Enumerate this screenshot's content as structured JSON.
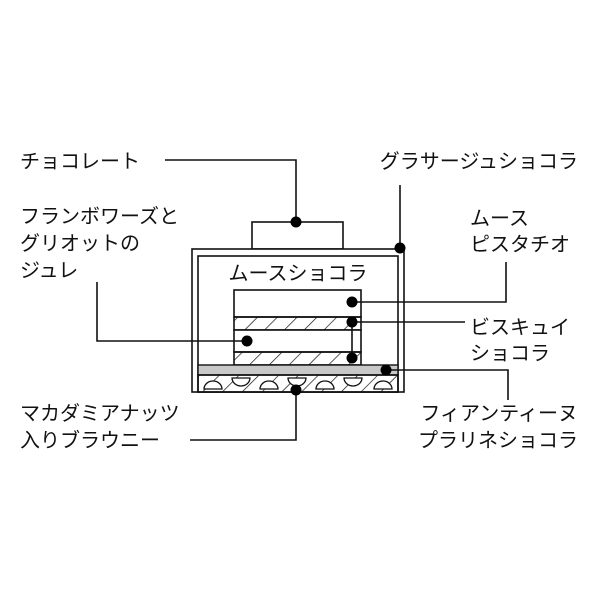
{
  "labels": {
    "chocolate": "チョコレート",
    "glacage": "グラサージュショコラ",
    "jelly": [
      "フランボワーズと",
      "グリオットの",
      "ジュレ"
    ],
    "mousse_pistachio": [
      "ムース",
      "ピスタチオ"
    ],
    "mousse_chocolat": "ムースショコラ",
    "biscuit": [
      "ビスキュイ",
      "ショコラ"
    ],
    "brownie": [
      "マカダミアナッツ",
      "入りブラウニー"
    ],
    "feuilletine": [
      "フィアンティーヌ",
      "プラリネショコラ"
    ]
  },
  "colors": {
    "line": "#111111",
    "praline_layer": "#c8c8c8"
  }
}
